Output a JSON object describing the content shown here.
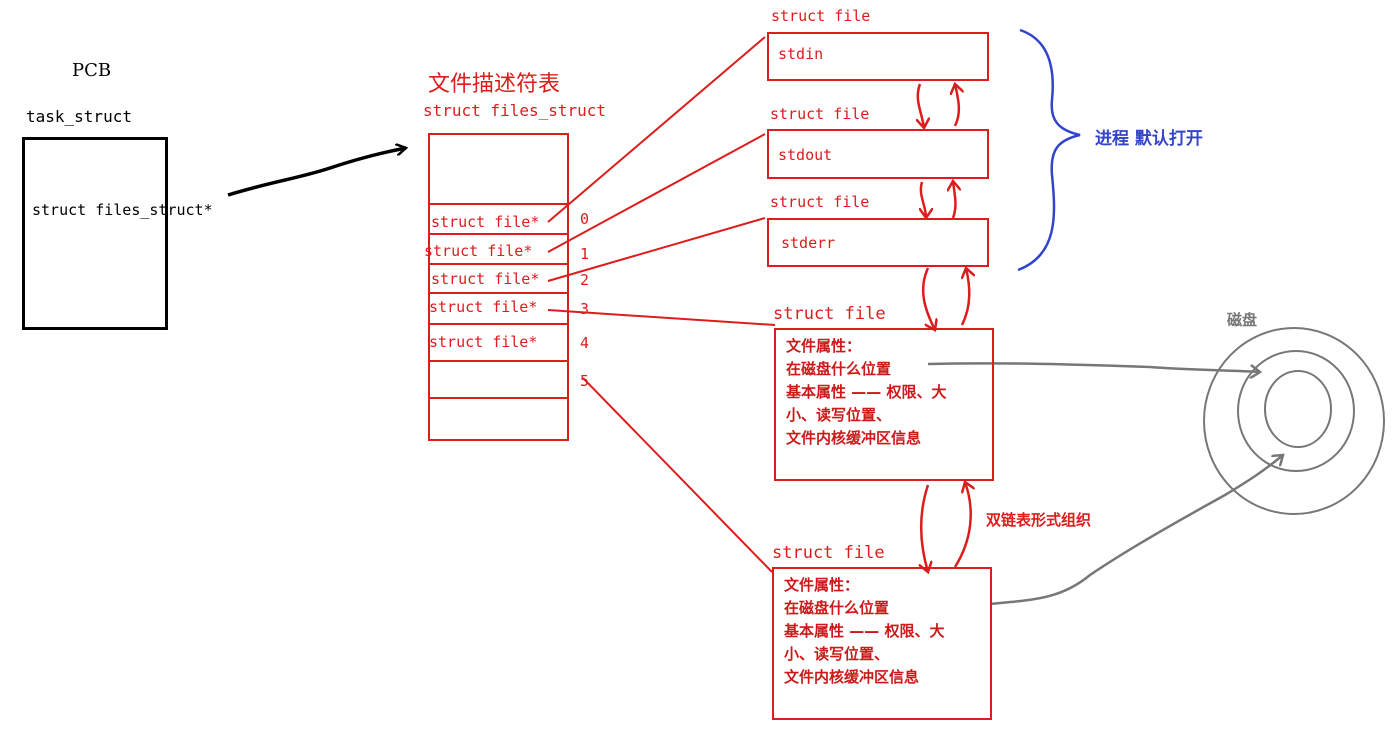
{
  "pcb": {
    "title": "PCB",
    "struct_label": "task_struct",
    "field": "struct files_struct*"
  },
  "fd_table": {
    "title": "文件描述符表",
    "struct_label": "struct files_struct",
    "entries": [
      "struct file*",
      "struct file*",
      "struct file*",
      "struct file*",
      "struct file*"
    ],
    "indices": [
      "0",
      "1",
      "2",
      "3",
      "4",
      "5"
    ]
  },
  "std_files": [
    {
      "label": "struct file",
      "name": "stdin"
    },
    {
      "label": "struct file",
      "name": "stdout"
    },
    {
      "label": "struct file",
      "name": "stderr"
    }
  ],
  "process_note": "进程 默认打开",
  "file_nodes": [
    {
      "label": "struct file",
      "lines": [
        "文件属性：",
        "在磁盘什么位置",
        "基本属性 —— 权限、大",
        "小、读写位置、",
        "文件内核缓冲区信息"
      ]
    },
    {
      "label": "struct file",
      "lines": [
        "文件属性：",
        "在磁盘什么位置",
        "基本属性 —— 权限、大",
        "小、读写位置、",
        "文件内核缓冲区信息"
      ]
    }
  ],
  "list_note": "双链表形式组织",
  "disk_label": "磁盘",
  "colors": {
    "red": "#dd1c1c",
    "black": "#000000",
    "blue": "#3344cc",
    "gray": "#777777"
  }
}
